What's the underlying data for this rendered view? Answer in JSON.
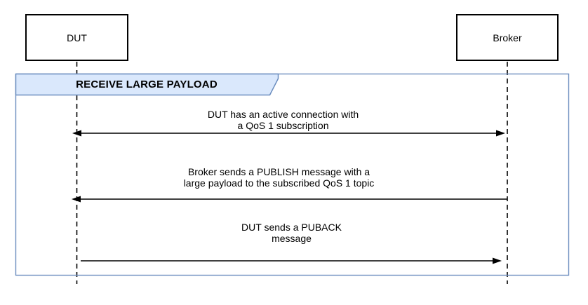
{
  "actors": [
    {
      "label": "DUT"
    },
    {
      "label": "Broker"
    }
  ],
  "frame": {
    "title": "RECEIVE LARGE PAYLOAD"
  },
  "messages": [
    {
      "label": "DUT has an active connection with\na QoS 1 subscription",
      "from": "DUT",
      "to": "Broker",
      "arrow": "bidirectional"
    },
    {
      "label": "Broker sends a PUBLISH message with a\nlarge payload to the subscribed QoS 1 topic",
      "from": "Broker",
      "to": "DUT",
      "arrow": "left"
    },
    {
      "label": "DUT sends a PUBACK\nmessage",
      "from": "DUT",
      "to": "Broker",
      "arrow": "right"
    }
  ],
  "colors": {
    "frame_fill": "#dae8fc",
    "frame_stroke": "#6c8ebf",
    "actor_stroke": "#000000",
    "line": "#000000",
    "text": "#000000",
    "background": "#ffffff"
  }
}
